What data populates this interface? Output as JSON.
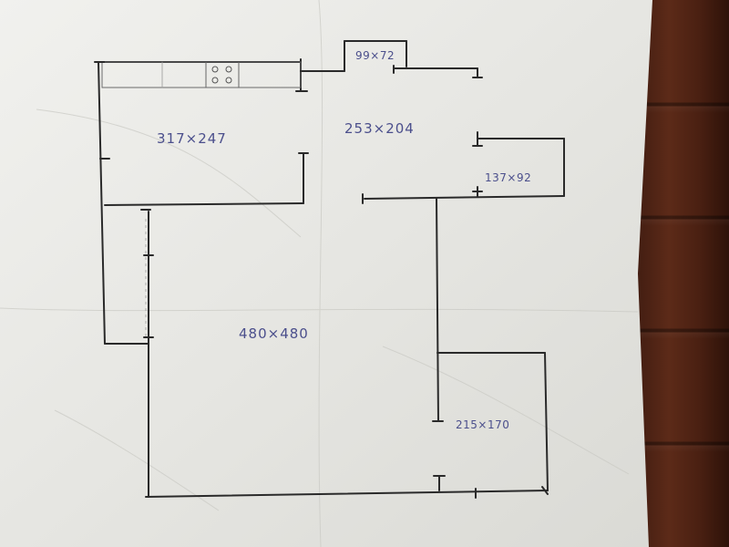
{
  "floor_plan": {
    "rooms": [
      {
        "id": "kitchen",
        "dimensions": "317x247"
      },
      {
        "id": "hall",
        "dimensions": "253x204"
      },
      {
        "id": "closet",
        "dimensions": "99x72"
      },
      {
        "id": "bathroom",
        "dimensions": "137x92"
      },
      {
        "id": "living",
        "dimensions": "480x480"
      },
      {
        "id": "bedroom",
        "dimensions": "215x170"
      }
    ],
    "labels": {
      "kitchen": "317×247",
      "hall": "253×204",
      "closet": "99×72",
      "bathroom": "137×92",
      "living": "480×480",
      "bedroom": "215×170"
    },
    "colors": {
      "ink": "#2a2a2a",
      "pencil_blue": "#4b4f8c",
      "paper": "#ecece8",
      "wood": "#4a2012"
    }
  }
}
